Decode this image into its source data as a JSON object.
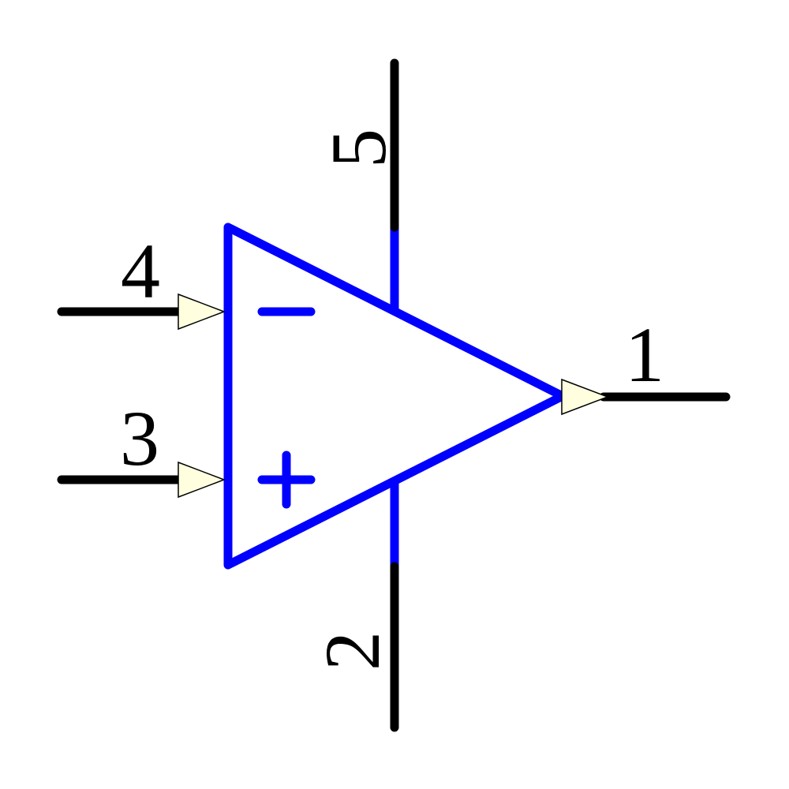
{
  "colors": {
    "background": "#ffffff",
    "body": "#0000ff",
    "body-fill": "#ffffff",
    "wire": "#000000",
    "label": "#000000",
    "arrow-fill": "#ffffe0",
    "arrow-outline": "#000000"
  },
  "pins": {
    "pin1": {
      "number": "1",
      "side": "right"
    },
    "pin2": {
      "number": "2",
      "side": "bottom"
    },
    "pin3": {
      "number": "3",
      "side": "left"
    },
    "pin4": {
      "number": "4",
      "side": "left"
    },
    "pin5": {
      "number": "5",
      "side": "top"
    }
  },
  "symbols": {
    "inverting_mark": "minus",
    "non_inverting_mark": "plus"
  }
}
